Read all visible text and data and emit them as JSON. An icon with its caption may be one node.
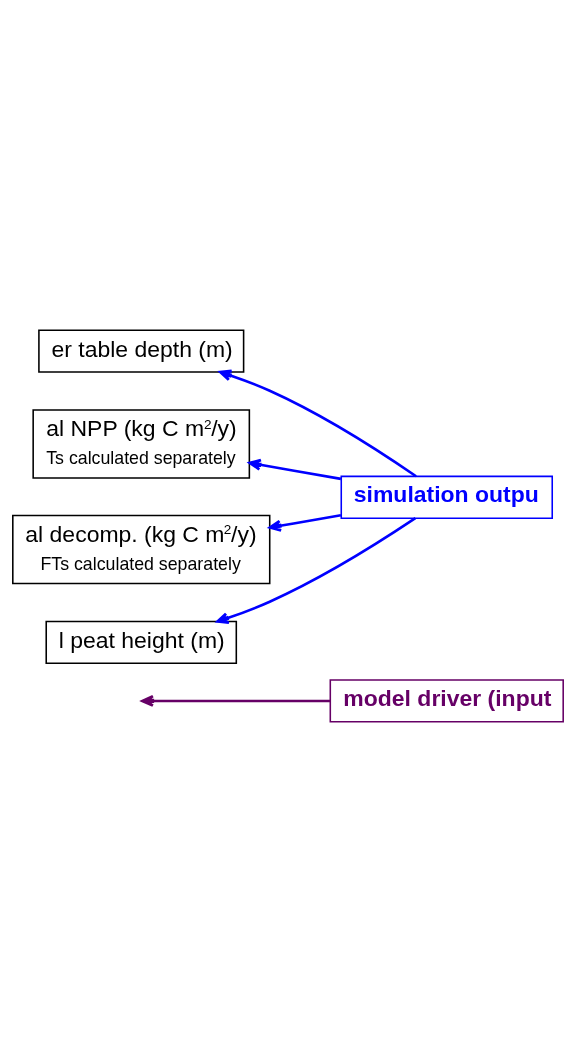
{
  "diagram": {
    "nodes": [
      {
        "text": [
          "model driver (input"
        ]
      },
      {
        "text": [
          "simulation outpu"
        ]
      },
      {
        "text": [
          "er table depth (m)"
        ]
      },
      {
        "text": [
          "al NPP (kg C m$^{2}$/y)",
          "Ts calculated separately"
        ]
      },
      {
        "text": [
          "al decomp. (kg C m$^{2}$/y)",
          "FTs calculated separately"
        ]
      },
      {
        "text": [
          "l peat height (m)"
        ]
      }
    ],
    "edges": [
      {
        "from": 0,
        "to": null,
        "arrow": "to",
        "color": "#660066"
      },
      {
        "from": 1,
        "to": 2,
        "arrow": "to"
      },
      {
        "from": 1,
        "to": 3,
        "arrow": "to"
      },
      {
        "from": 1,
        "to": 4,
        "arrow": "to"
      },
      {
        "from": 1,
        "to": 5,
        "arrow": "to"
      }
    ]
  }
}
